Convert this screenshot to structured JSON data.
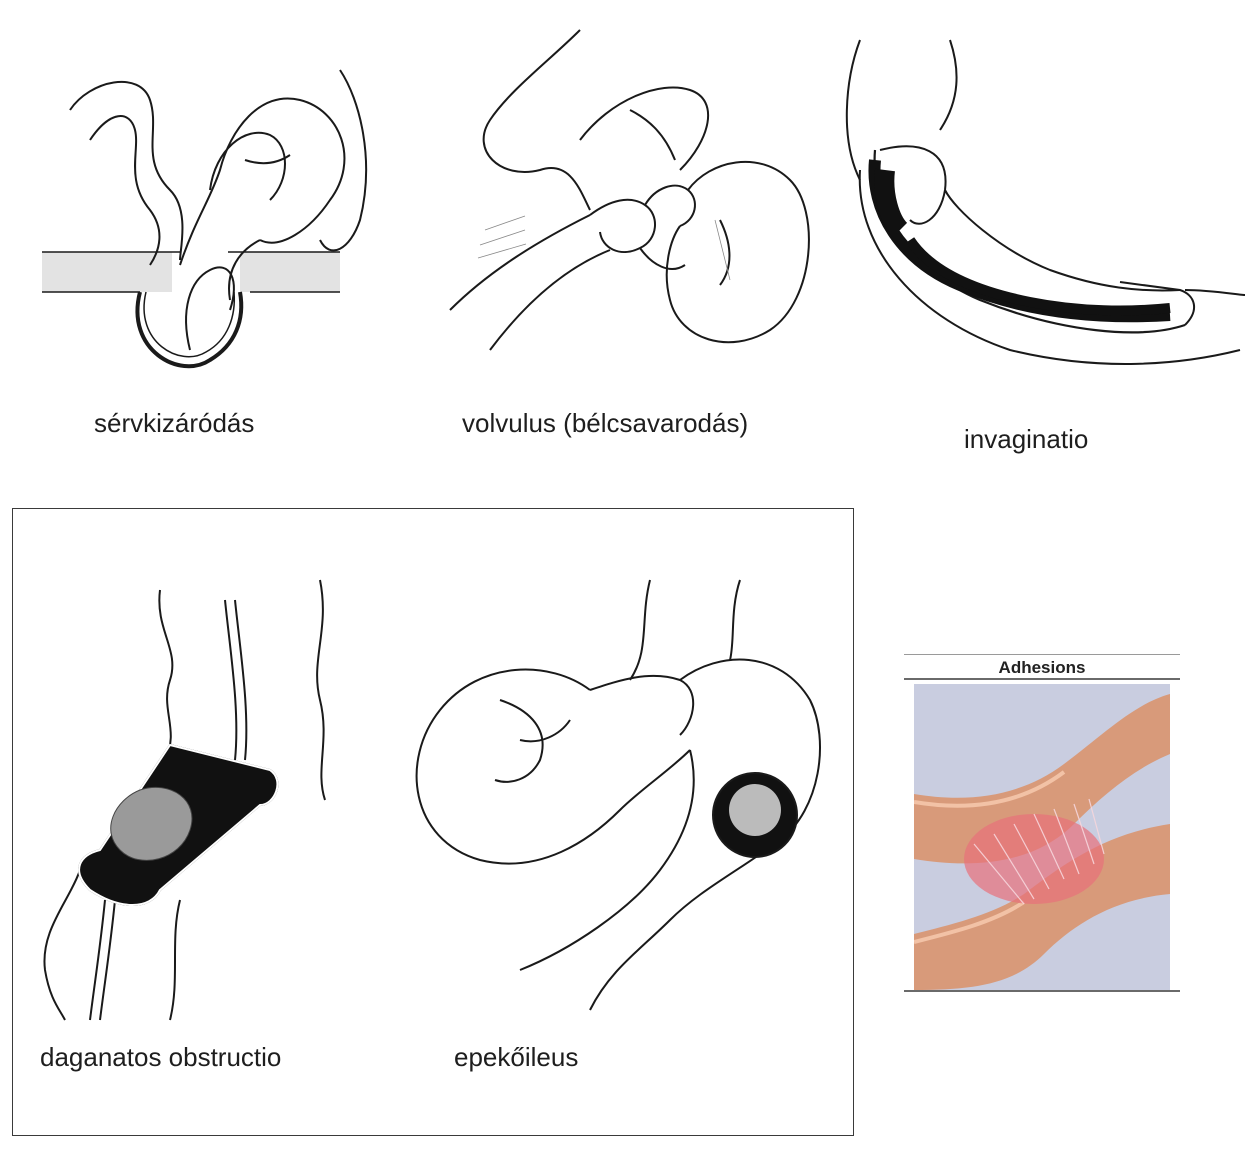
{
  "labels": {
    "hernia": "sérvkizáródás",
    "volvulus": "volvulus (bélcsavarodás)",
    "invagination": "invaginatio",
    "tumor": "daganatos obstructio",
    "gallstone": "epekőileus",
    "adhesions": "Adhesions"
  },
  "colors": {
    "line": "#1a1a1a",
    "stipple": "#c8c8c8",
    "adhesion_bowel": "#d89a7a",
    "adhesion_band": "#e8707a",
    "adhesion_bg": "#c9cde0"
  }
}
